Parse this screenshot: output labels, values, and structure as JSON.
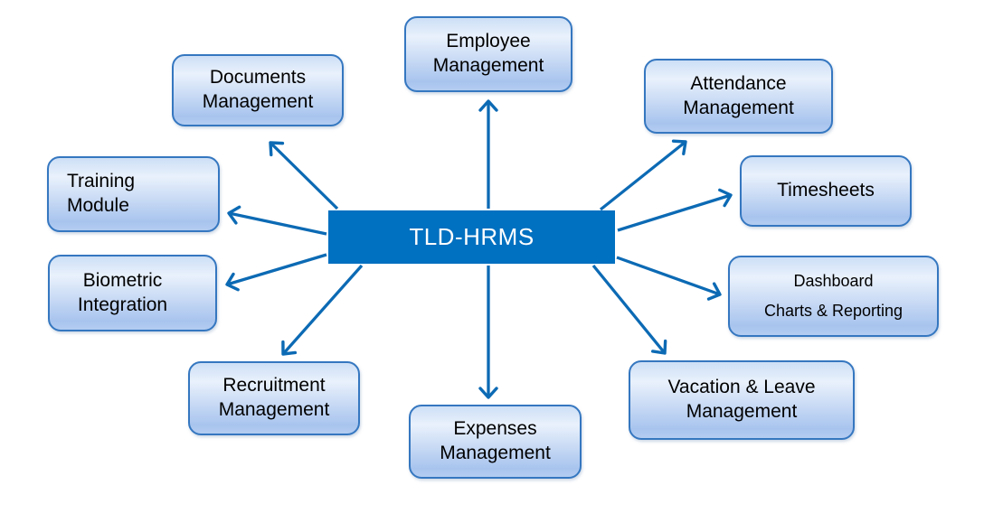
{
  "style": {
    "center_fill": "#0070c0",
    "center_text_color": "#ffffff",
    "arrow_color": "#0c6ab4",
    "module_border_color": "#3577c0",
    "module_gradient_top": "#cddff6",
    "module_gradient_bottom": "#a8c4ee",
    "module_text_color": "#000000",
    "background": "#ffffff"
  },
  "diagram": {
    "center": {
      "label": "TLD-HRMS"
    },
    "modules": {
      "employee": {
        "label": "Employee\nManagement"
      },
      "documents": {
        "label": "Documents\nManagement"
      },
      "attendance": {
        "label": "Attendance\nManagement"
      },
      "timesheets": {
        "label": "Timesheets"
      },
      "dashboard": {
        "line1": "Dashboard",
        "line2": "Charts & Reporting"
      },
      "vacation": {
        "label": "Vacation & Leave\nManagement"
      },
      "expenses": {
        "label": "Expenses\nManagement"
      },
      "recruitment": {
        "label": "Recruitment\nManagement"
      },
      "biometric": {
        "label": "Biometric\nIntegration"
      },
      "training": {
        "label": "Training\nModule"
      }
    }
  }
}
